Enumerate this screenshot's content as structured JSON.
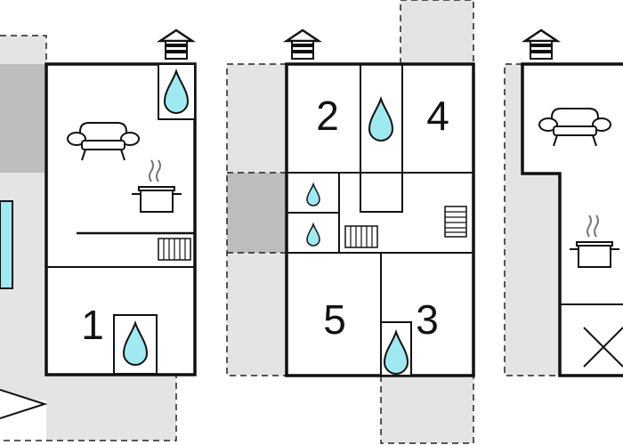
{
  "colors": {
    "background": "#ffffff",
    "wall": "#111111",
    "outdoor_area": "#e4e4e4",
    "outdoor_dark": "#bdbdbd",
    "water": "#9eeaf0",
    "window_blue": "#9eeaf0"
  },
  "rooms": {
    "left_floor": [
      "1"
    ],
    "middle_floor": [
      "2",
      "4",
      "5",
      "3"
    ]
  },
  "icons": [
    "house-entrance-icon",
    "sofa-icon",
    "cooking-pot-icon",
    "radiator-icon",
    "water-drop-icon",
    "staircase-icon",
    "cross-icon",
    "arrow-icon"
  ]
}
